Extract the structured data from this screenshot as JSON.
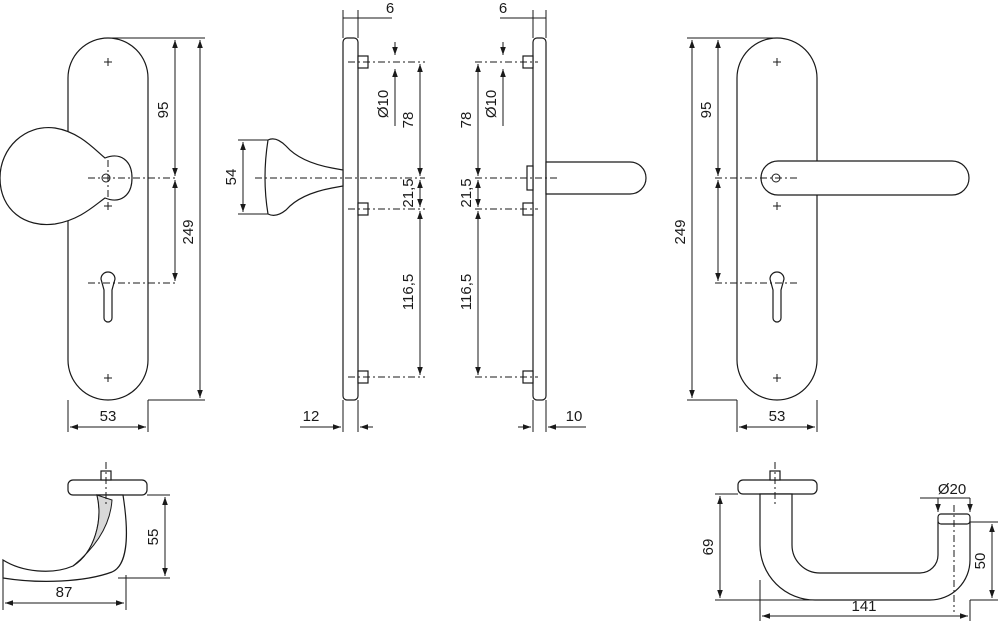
{
  "dimensions": {
    "plate_width_left": "53",
    "plate_width_right": "53",
    "knob_axis_top": "95",
    "plate_height_left": "249",
    "lever_axis_top": "95",
    "plate_height_right": "249",
    "offset_top_a": "6",
    "offset_top_b": "6",
    "hole_dia_a": "Ø10",
    "hole_dia_b": "Ø10",
    "dist_78_a": "78",
    "dist_78_b": "78",
    "dist_215_a": "21,5",
    "dist_215_b": "21,5",
    "dist_1165_a": "116,5",
    "dist_1165_b": "116,5",
    "knob_dia": "54",
    "plate_thick_a": "12",
    "plate_thick_b": "10",
    "knob_side_height": "55",
    "knob_side_length": "87",
    "lever_height": "69",
    "lever_dia": "Ø20",
    "lever_drop": "50",
    "lever_projection": "141"
  }
}
